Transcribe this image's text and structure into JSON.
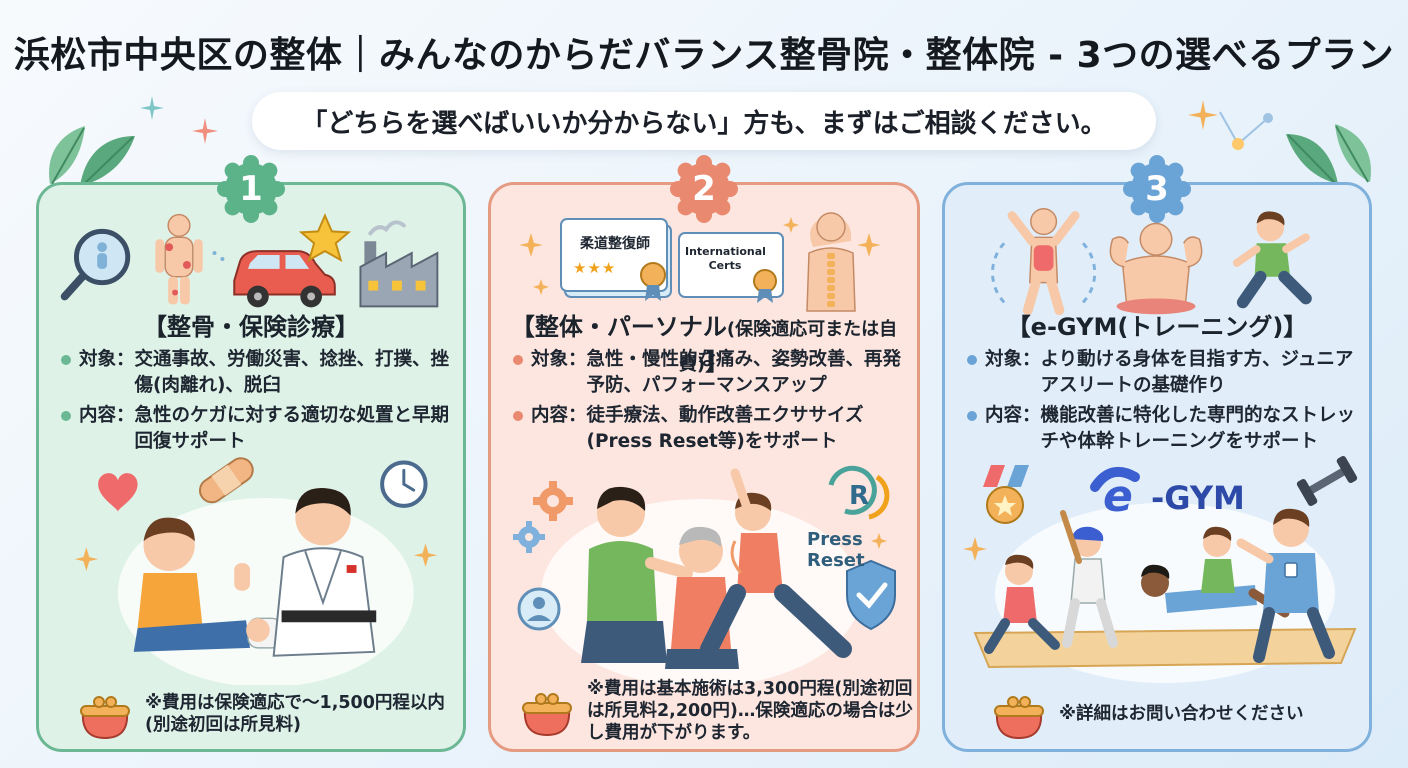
{
  "header": {
    "title": "浜松市中央区の整体｜みんなのからだバランス整骨院・整体院 - 3つの選べるプラン",
    "subtitle": "「どちらを選べばいいか分からない」方も、まずはご相談ください。"
  },
  "colors": {
    "green": "#6cb894",
    "coral": "#e98a70",
    "blue": "#6aa4d6",
    "green_bg": "#dff2e8",
    "coral_bg": "#fde6df",
    "blue_bg": "#e1eef9"
  },
  "plans": [
    {
      "number": "1",
      "title": "【整骨・保険診療】",
      "target_label": "対象：",
      "target_text": "交通事故、労働災害、捻挫、打撲、挫傷(肉離れ)、脱臼",
      "content_label": "内容：",
      "content_text": "急性のケガに対する適切な処置と早期回復サポート",
      "fee_note": "※費用は保険適応で～1,500円程以内(別途初回は所見料)",
      "icons": [
        "magnifier-body-icon",
        "body-pain-icon",
        "car-icon",
        "star-icon",
        "factory-icon",
        "heart-icon",
        "bandage-icon",
        "clock-icon",
        "purse-icon"
      ]
    },
    {
      "number": "2",
      "title": "【整体・パーソナル",
      "title_small": "(保険適応可または自費)",
      "title_end": "】",
      "target_label": "対象：",
      "target_text": "急性・慢性的な痛み、姿勢改善、再発予防、パフォーマンスアップ",
      "content_label": "内容：",
      "content_text": "徒手療法、動作改善エクササイズ(Press Reset等)をサポート",
      "fee_note": "※費用は基本施術は3,300円程(別途初回は所見料2,200円)…保険適応の場合は少し費用が下がります。",
      "cert1": "柔道整復師",
      "cert2_line1": "International",
      "cert2_line2": "Certs",
      "brand": "Press Reset",
      "brand_mark": "R",
      "icons": [
        "certificate-icon",
        "spine-icon",
        "gear-icon",
        "person-icon",
        "shield-check-icon",
        "press-reset-logo",
        "purse-icon"
      ]
    },
    {
      "number": "3",
      "title": "【e-GYM(トレーニング)】",
      "target_label": "対象：",
      "target_text": "より動ける身体を目指す方、ジュニアアスリートの基礎作り",
      "content_label": "内容：",
      "content_text": "機能改善に特化した専門的なストレッチや体幹トレーニングをサポート",
      "fee_note": "※詳細はお問い合わせください",
      "brand": "-GYM",
      "brand_mark": "e",
      "icons": [
        "stretch-person-icon",
        "muscle-icon",
        "running-kid-icon",
        "medal-icon",
        "dumbbell-icon",
        "purse-icon"
      ]
    }
  ]
}
